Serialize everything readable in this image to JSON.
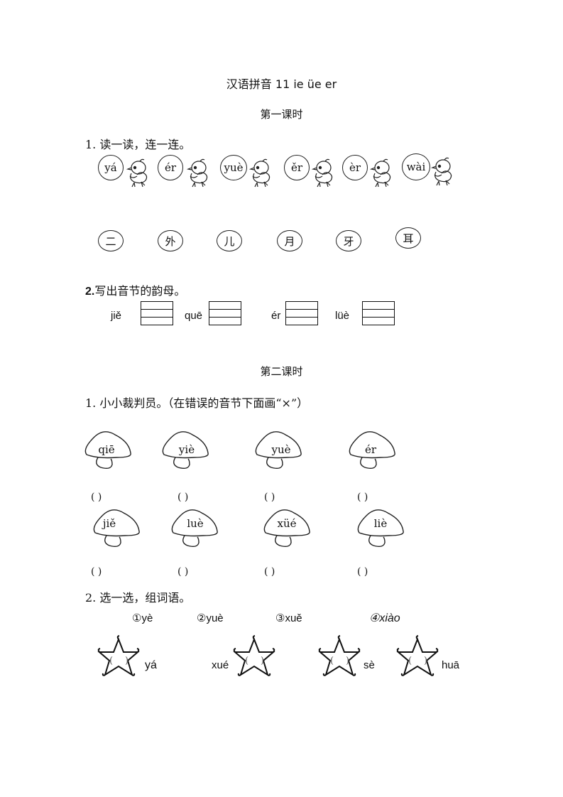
{
  "title": "汉语拼音 11 ie üe er",
  "lesson1": {
    "heading": "第一课时",
    "q1": {
      "label": "1. 读一读，连一连。",
      "pinyin": [
        "yá",
        "ér",
        "yuè",
        "ěr",
        "èr",
        "wài"
      ],
      "hanzi": [
        "二",
        "外",
        "儿",
        "月",
        "牙",
        "耳"
      ],
      "icon": "chick-icon"
    },
    "q2": {
      "num": "2.",
      "label": "写出音节的韵母。",
      "syllables": [
        "jiě",
        "quē",
        "ér",
        "lüè"
      ]
    }
  },
  "lesson2": {
    "heading": "第二课时",
    "q1": {
      "label": "1. 小小裁判员。（在错误的音节下面画“×”）",
      "row1": [
        "qiē",
        "yiè",
        "yuè",
        "ér"
      ],
      "row2": [
        "jiě",
        "luè",
        "xüé",
        "liè"
      ],
      "paren": "(     )"
    },
    "q2": {
      "label": "2.  选一选，组词语。",
      "options": [
        "①yè",
        "②yuè",
        "③xuě",
        "④xiào"
      ],
      "stars": [
        {
          "paren": "(     )",
          "pinyin": "yá",
          "side": "right"
        },
        {
          "paren": "(     )",
          "pinyin": "xué",
          "side": "left"
        },
        {
          "paren": "(     )",
          "pinyin": "sè",
          "side": "right"
        },
        {
          "paren": "(     )",
          "pinyin": "huā",
          "side": "right"
        }
      ]
    }
  }
}
